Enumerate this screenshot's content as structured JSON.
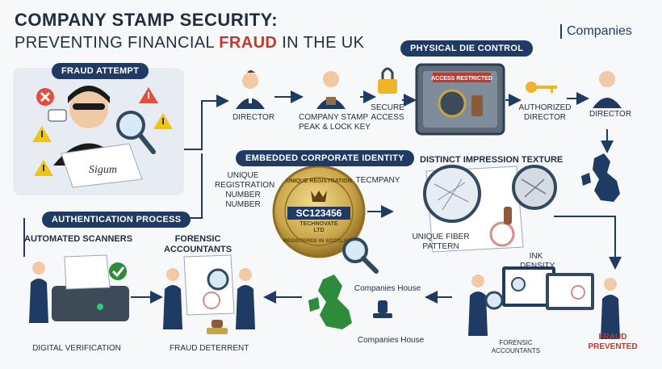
{
  "title": {
    "line1": "COMPANY STAMP SECURITY:",
    "line2_pre": "PREVENTING FINANCIAL ",
    "line2_em": "FRAUD",
    "line2_post": " IN THE UK"
  },
  "brand": "Companies",
  "sections": {
    "fraud_attempt": "FRAUD ATTEMPT",
    "physical_die": "PHYSICAL DIE CONTROL",
    "embedded_identity": "EMBEDDED CORPORATE IDENTITY",
    "impression_texture": "DISTINCT IMPRESSION TEXTURE",
    "authentication": "AUTHENTICATION PROCESS",
    "automated_scanners": "AUTOMATED SCANNERS",
    "forensic_accountants": "FORENSIC ACCOUNTANTS"
  },
  "labels": {
    "director_1": "DIRECTOR",
    "stamp_key": "COMPANY STAMP\nPEAK & LOCK KEY",
    "secure_access": "SECURE\nACCESS",
    "access_restricted": "ACCESS RESTRICTED",
    "authorized_director": "AUTHORIZED\nDIRECTOR",
    "director_2": "DIRECTOR",
    "unique_reg": "UNIQUE\nREGISTRATION\nNUMBER\nNUMBER",
    "tecmpany": "TECMPANY",
    "seal_top": "UNIQUE REGISTRATION",
    "seal_number": "SC123456",
    "seal_company": "TECHNOVATE\nLTD",
    "seal_bottom": "REGISTERED IN SCOTLAND",
    "fiber": "UNIQUE FIBER\nPATTERN",
    "ink": "INK\nDENSITY",
    "digital_verification": "DIGITAL VERIFICATION",
    "fraud_deterrent": "FRAUD DETERRENT",
    "ch_1": "Companies House",
    "ch_2": "Companies House",
    "forensic_small": "FORENSIC\nACCOUNTANTS",
    "fraud_prevented": "FRAUD\nPREVENTED",
    "signature": "Sigum"
  },
  "colors": {
    "navy": "#1f3b63",
    "red": "#c0392b",
    "gold": "#c9a54a",
    "green": "#2e8b3a"
  },
  "icons": [
    "person-icon",
    "padlock-icon",
    "safe-icon",
    "key-icon",
    "uk-map-icon",
    "seal-icon",
    "magnifier-icon",
    "scanner-icon",
    "checkmark-icon",
    "warning-icon",
    "error-icon",
    "stamp-icon",
    "monitor-icon"
  ]
}
